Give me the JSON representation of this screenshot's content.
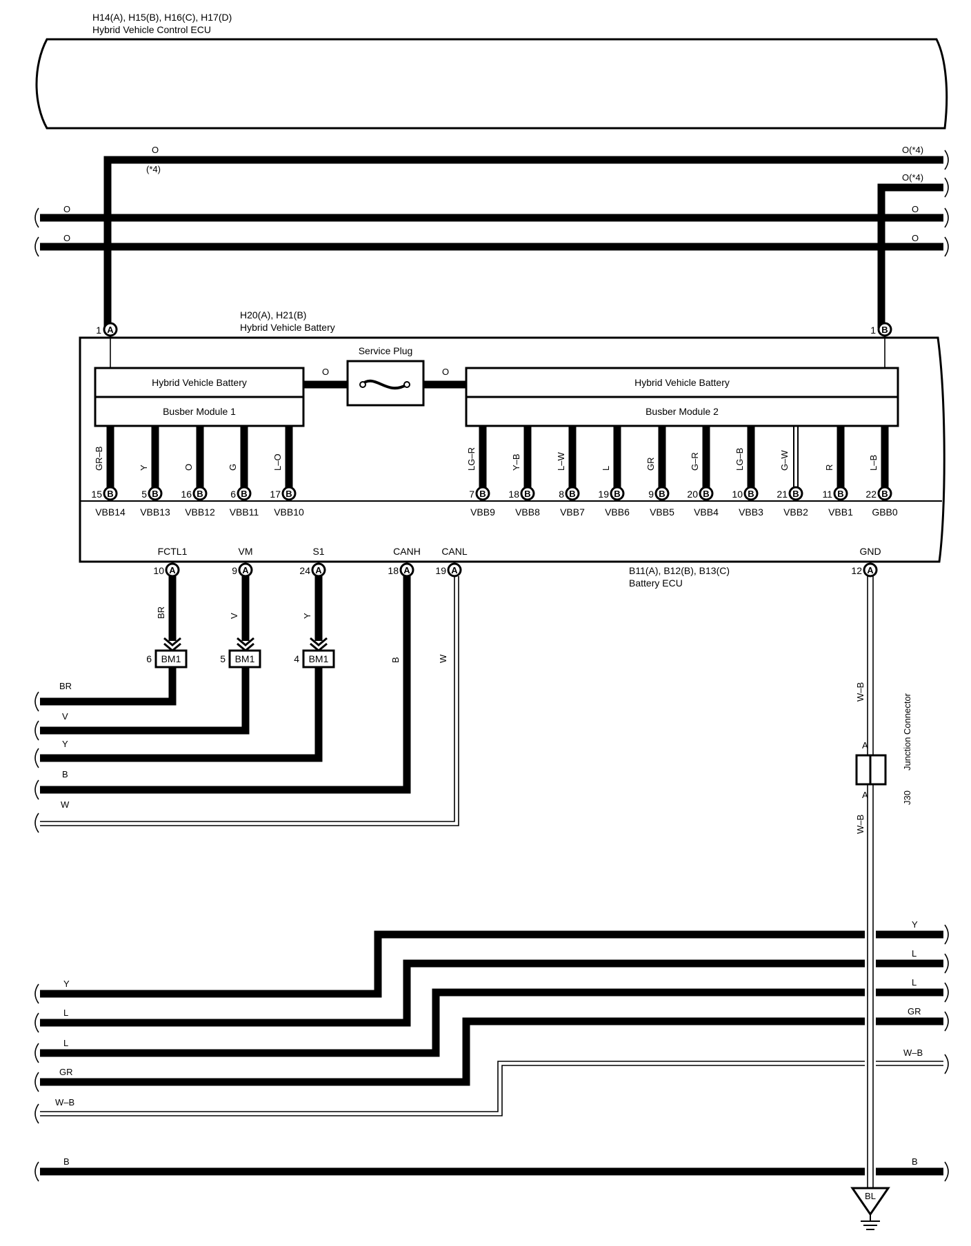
{
  "hv_ecu": {
    "connectors": "H14(A), H15(B), H16(C), H17(D)",
    "name": "Hybrid Vehicle Control ECU"
  },
  "hv_battery": {
    "connectors": "H20(A), H21(B)",
    "name": "Hybrid Vehicle Battery",
    "service_plug": "Service Plug",
    "block_left_top": "Hybrid Vehicle Battery",
    "block_left_bottom": "Busber Module 1",
    "block_right_top": "Hybrid Vehicle Battery",
    "block_right_bottom": "Busber Module 2",
    "plug_left_color": "O",
    "plug_right_color": "O",
    "pin_left": {
      "num": "1",
      "letter": "A"
    },
    "pin_right": {
      "num": "1",
      "letter": "B"
    }
  },
  "battery_ecu": {
    "connectors": "B11(A), B12(B), B13(C)",
    "name": "Battery ECU"
  },
  "top_wires": {
    "o_top": "O",
    "o_top_note": "(*4)",
    "o_top_right": "O(*4)",
    "o_second_right": "O(*4)",
    "o_left_1": "O",
    "o_left_2": "O",
    "o_right_1": "O",
    "o_right_2": "O"
  },
  "busbar_pins": [
    {
      "pin": "15",
      "letter": "B",
      "color": "GR–B",
      "term": "VBB14"
    },
    {
      "pin": "5",
      "letter": "B",
      "color": "Y",
      "term": "VBB13"
    },
    {
      "pin": "16",
      "letter": "B",
      "color": "O",
      "term": "VBB12"
    },
    {
      "pin": "6",
      "letter": "B",
      "color": "G",
      "term": "VBB11"
    },
    {
      "pin": "17",
      "letter": "B",
      "color": "L–O",
      "term": "VBB10"
    },
    {
      "pin": "7",
      "letter": "B",
      "color": "LG–R",
      "term": "VBB9"
    },
    {
      "pin": "18",
      "letter": "B",
      "color": "Y–B",
      "term": "VBB8"
    },
    {
      "pin": "8",
      "letter": "B",
      "color": "L–W",
      "term": "VBB7"
    },
    {
      "pin": "19",
      "letter": "B",
      "color": "L",
      "term": "VBB6"
    },
    {
      "pin": "9",
      "letter": "B",
      "color": "GR",
      "term": "VBB5"
    },
    {
      "pin": "20",
      "letter": "B",
      "color": "G–R",
      "term": "VBB4"
    },
    {
      "pin": "10",
      "letter": "B",
      "color": "LG–B",
      "term": "VBB3"
    },
    {
      "pin": "21",
      "letter": "B",
      "color": "G–W",
      "term": "VBB2"
    },
    {
      "pin": "11",
      "letter": "B",
      "color": "R",
      "term": "VBB1"
    },
    {
      "pin": "22",
      "letter": "B",
      "color": "L–B",
      "term": "GBB0"
    }
  ],
  "ecu_pins": [
    {
      "term": "FCTL1",
      "pin": "10",
      "letter": "A",
      "color": "BR"
    },
    {
      "term": "VM",
      "pin": "9",
      "letter": "A",
      "color": "V"
    },
    {
      "term": "S1",
      "pin": "24",
      "letter": "A",
      "color": "Y"
    },
    {
      "term": "CANH",
      "pin": "18",
      "letter": "A",
      "color": "B"
    },
    {
      "term": "CANL",
      "pin": "19",
      "letter": "A",
      "color": "W"
    },
    {
      "term": "GND",
      "pin": "12",
      "letter": "A",
      "color": "W–B"
    }
  ],
  "bm1": [
    {
      "pin": "6",
      "label": "BM1"
    },
    {
      "pin": "5",
      "label": "BM1"
    },
    {
      "pin": "4",
      "label": "BM1"
    }
  ],
  "left_wires_mid": [
    "BR",
    "V",
    "Y",
    "B",
    "W"
  ],
  "junction": {
    "name": "J30",
    "desc": "Junction Connector",
    "pin_top": "A",
    "pin_bottom": "A",
    "wire_top": "W–B",
    "wire_bottom": "W–B"
  },
  "bottom_left": [
    "Y",
    "L",
    "L",
    "GR",
    "W–B",
    "B"
  ],
  "bottom_right": [
    "Y",
    "L",
    "L",
    "GR",
    "W–B",
    "B"
  ],
  "ground": "BL",
  "colors": {
    "line": "#000000",
    "background": "#ffffff"
  }
}
